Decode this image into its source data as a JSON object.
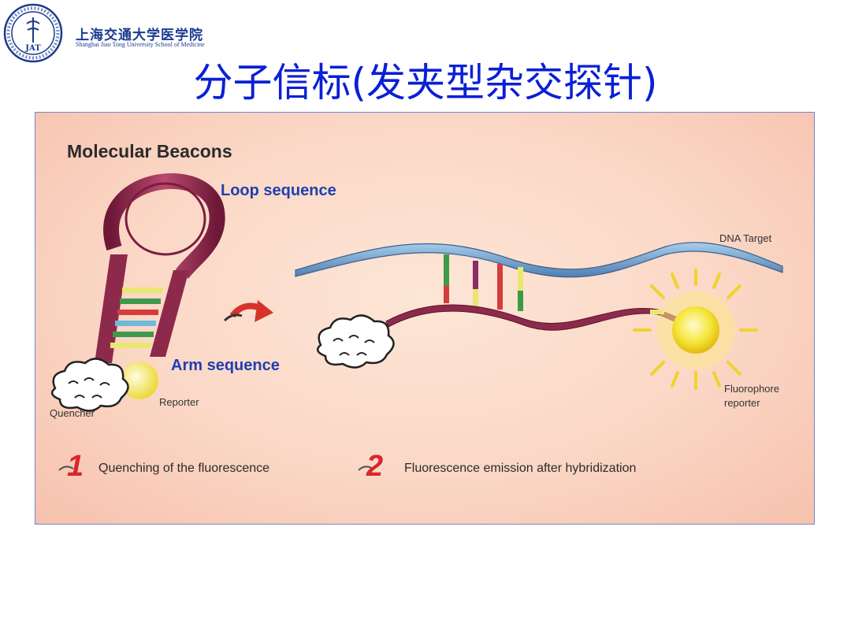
{
  "header": {
    "logo_text": "JAT",
    "school_name_cn": "上海交通大学医学院",
    "school_name_en": "Shanghai Jiao Tong University School of Medicine"
  },
  "slide": {
    "title": "分子信标(发夹型杂交探针)"
  },
  "figure": {
    "title": "Molecular Beacons",
    "loop_label": "Loop sequence",
    "arm_label": "Arm sequence",
    "quencher_label": "Quencher",
    "reporter_label": "Reporter",
    "dna_target_label": "DNA Target",
    "fluorophore_label": "Fluorophore reporter",
    "step1_number": "1",
    "step1_text": "Quenching of the fluorescence",
    "step2_number": "2",
    "step2_text": "Fluorescence emission after hybridization"
  }
}
